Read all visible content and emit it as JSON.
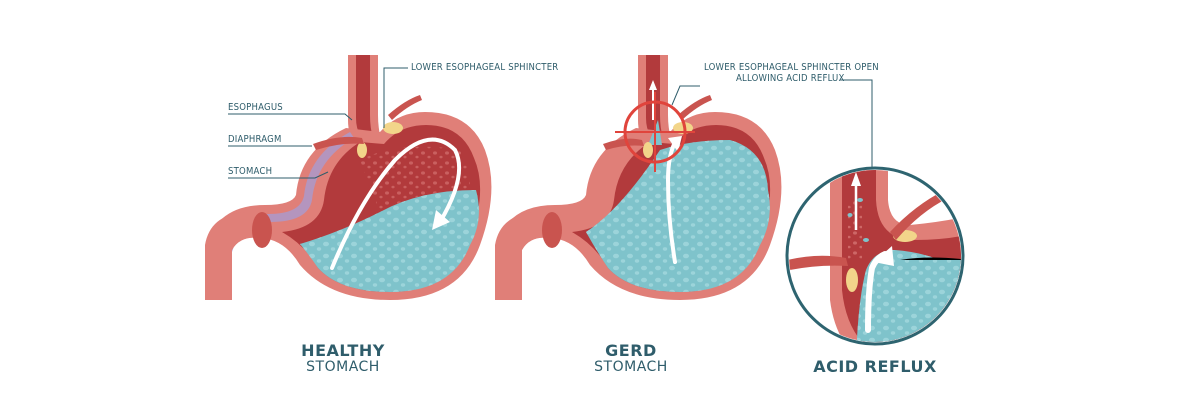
{
  "labels": {
    "lower_sphincter": "LOWER ESOPHAGEAL SPHINCTER",
    "esophagus": "ESOPHAGUS",
    "diaphragm": "DIAPHRAGM",
    "stomach": "STOMACH",
    "sphincter_open_line1": "LOWER ESOPHAGEAL SPHINCTER OPEN",
    "sphincter_open_line2": "ALLOWING ACID REFLUX"
  },
  "captions": {
    "healthy_title": "HEALTHY",
    "healthy_sub": "STOMACH",
    "gerd_title": "GERD",
    "gerd_sub": "STOMACH",
    "reflux_title": "ACID REFLUX"
  },
  "colors": {
    "wall": "#e07f78",
    "wall_dark": "#c9544f",
    "inner": "#b23a3c",
    "lining": "#a99bd0",
    "acid": "#7fc3cb",
    "acid_dark": "#5aa9b4",
    "fat": "#f2d58a",
    "label": "#2f5d6b",
    "ring": "#e0443c",
    "circle": "#2e6470"
  }
}
